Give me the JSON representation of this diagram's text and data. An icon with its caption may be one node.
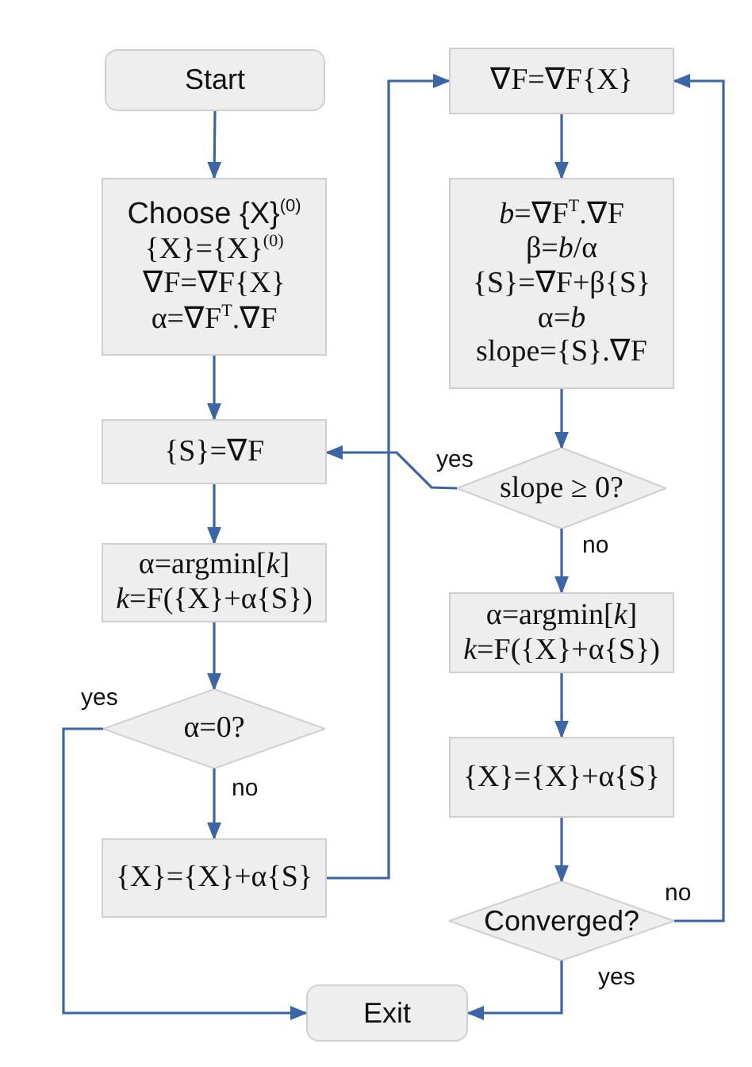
{
  "diagram": {
    "nodes": [
      {
        "text": [
          "Start"
        ]
      },
      {
        "text": [
          "Choose {X}$^{(0)}$",
          "{X}={X}$^{(0)}$",
          "∇F=∇F{X}",
          "α=∇F$^{T}$.∇F"
        ]
      },
      {
        "text": [
          "{S}=∇F"
        ]
      },
      {
        "text": [
          "α=argmin[*k*]",
          "*k*=F({X}+α{S})"
        ]
      },
      {
        "text": [
          "α=0?"
        ]
      },
      {
        "text": [
          "{X}={X}+α{S}"
        ]
      },
      {
        "text": [
          "Exit"
        ]
      },
      {
        "text": [
          "∇F=∇F{X}"
        ]
      },
      {
        "text": [
          "*b*=∇F$^{T}$.∇F",
          "β=*b*/α",
          "{S}=∇F+β{S}",
          "α=*b*",
          "slope={S}.∇F"
        ]
      },
      {
        "text": [
          "slope ≥ 0?"
        ]
      },
      {
        "text": [
          "α=argmin[*k*]",
          "*k*=F({X}+α{S})"
        ]
      },
      {
        "text": [
          "{X}={X}+α{S}"
        ]
      },
      {
        "text": [
          "Converged?"
        ]
      }
    ],
    "edges": [
      {
        "from": 0,
        "to": 1,
        "arrow": "to"
      },
      {
        "from": 1,
        "to": 2,
        "arrow": "to"
      },
      {
        "from": 2,
        "to": 3,
        "arrow": "to"
      },
      {
        "from": 3,
        "to": 4,
        "arrow": "to"
      },
      {
        "from": 4,
        "to": 5,
        "arrow": "to",
        "label": "no"
      },
      {
        "from": 4,
        "to": 6,
        "arrow": "to",
        "label": "yes"
      },
      {
        "from": 5,
        "to": 7,
        "arrow": "to"
      },
      {
        "from": 7,
        "to": 8,
        "arrow": "to"
      },
      {
        "from": 8,
        "to": 9,
        "arrow": "to"
      },
      {
        "from": 9,
        "to": 2,
        "arrow": "to",
        "label": "yes"
      },
      {
        "from": 9,
        "to": 10,
        "arrow": "to",
        "label": "no"
      },
      {
        "from": 10,
        "to": 11,
        "arrow": "to"
      },
      {
        "from": 11,
        "to": 12,
        "arrow": "to"
      },
      {
        "from": 12,
        "to": 7,
        "arrow": "to",
        "label": "no"
      },
      {
        "from": 12,
        "to": 6,
        "arrow": "to",
        "label": "yes"
      }
    ]
  }
}
